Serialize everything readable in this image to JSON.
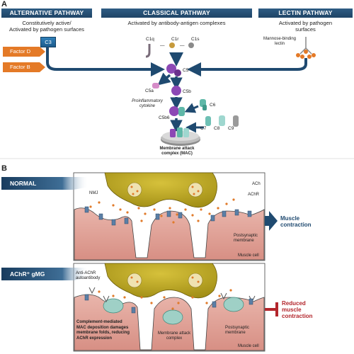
{
  "panelA": {
    "letter": "A",
    "alternative": {
      "title": "ALTERNATIVE PATHWAY",
      "subtitle_line1": "Constitutively active/",
      "subtitle_line2": "Activated by pathogen surfaces",
      "c3": "C3",
      "factor_d": "Factor D",
      "factor_b": "Factor B"
    },
    "classical": {
      "title": "CLASSICAL PATHWAY",
      "subtitle": "Activated by antibody-antigen complexes",
      "c1q": "C1q",
      "c1r": "C1r",
      "c1s": "C1s",
      "dash1": "—",
      "dash2": "—",
      "c5": "C5",
      "c5a": "C5a",
      "proinflam_line1": "Proinflammatory",
      "proinflam_line2": "cytokine",
      "c5b": "C5b",
      "c6": "C6",
      "c5b6": "C5b6",
      "c7": "C7",
      "c8": "C8",
      "c9": "C9",
      "mac_line1": "Membrane attack",
      "mac_line2": "complex (MAC)"
    },
    "lectin": {
      "title": "LECTIN PATHWAY",
      "subtitle_line1": "Activated by pathogen",
      "subtitle_line2": "surfaces",
      "mbl_line1": "Mannose-binding",
      "mbl_line2": "lectin"
    }
  },
  "panelB": {
    "letter": "B",
    "normal": {
      "tag": "NORMAL",
      "nmj": "NMJ",
      "ach": "ACh",
      "achr": "AChR",
      "postsynaptic_line1": "Postsynaptic",
      "postsynaptic_line2": "membrane",
      "muscle_cell": "Muscle cell",
      "outcome_line1": "Muscle",
      "outcome_line2": "contraction"
    },
    "gmg": {
      "tag": "AChR⁺ gMG",
      "antibody_line1": "Anti-AChR",
      "antibody_line2": "autoantibody",
      "mech_line1": "Complement-mediated",
      "mech_line2": "MAC deposition damages",
      "mech_line3": "membrane folds, reducing",
      "mech_line4": "AChR expression",
      "mac_line1": "Membrane attack",
      "mac_line2": "complex",
      "postsynaptic_line1": "Postsynaptic",
      "postsynaptic_line2": "membrane",
      "muscle_cell": "Muscle cell",
      "outcome_line1": "Reduced",
      "outcome_line2": "muscle",
      "outcome_line3": "contraction"
    }
  },
  "colors": {
    "header_blue": "#22496d",
    "factor_orange": "#e47a27",
    "complement_purple": "#7b3fa0",
    "teal": "#4fa89a",
    "muscle_pink": "#e3a79d",
    "nerve_olive": "#b8a21c",
    "reduced_red": "#b3262c"
  }
}
